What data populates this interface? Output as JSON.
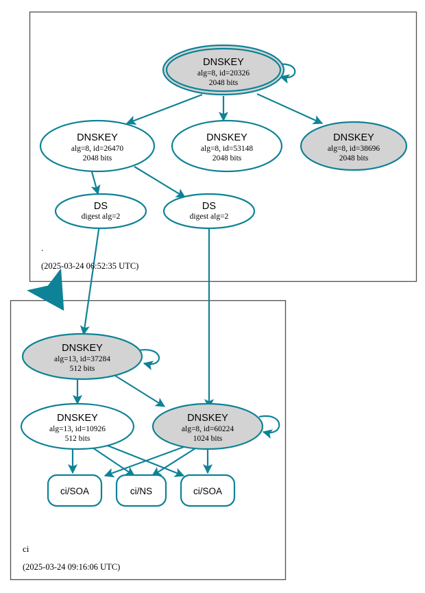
{
  "diagram": {
    "type": "dnssec-authentication-chain",
    "accent_color": "#0e8296",
    "node_fill_secure": "#d3d3d3",
    "node_fill_plain": "#ffffff",
    "zone_border_color": "#4d4d4d"
  },
  "zones": [
    {
      "id": "root",
      "name": ".",
      "timestamp": "(2025-03-24 06:52:35 UTC)",
      "nodes": [
        {
          "id": "ksk-20326",
          "kind": "DNSKEY",
          "title": "DNSKEY",
          "line2": "alg=8, id=20326",
          "line3": "2048 bits",
          "fill": "#d3d3d3",
          "double_border": true,
          "self_loop": true
        },
        {
          "id": "zsk-26470",
          "kind": "DNSKEY",
          "title": "DNSKEY",
          "line2": "alg=8, id=26470",
          "line3": "2048 bits",
          "fill": "#ffffff",
          "double_border": false,
          "self_loop": false
        },
        {
          "id": "zsk-53148",
          "kind": "DNSKEY",
          "title": "DNSKEY",
          "line2": "alg=8, id=53148",
          "line3": "2048 bits",
          "fill": "#ffffff",
          "double_border": false,
          "self_loop": false
        },
        {
          "id": "zsk-38696",
          "kind": "DNSKEY",
          "title": "DNSKEY",
          "line2": "alg=8, id=38696",
          "line3": "2048 bits",
          "fill": "#d3d3d3",
          "double_border": false,
          "self_loop": false
        },
        {
          "id": "ds-left",
          "kind": "DS",
          "title": "DS",
          "line2": "digest alg=2",
          "fill": "#ffffff"
        },
        {
          "id": "ds-right",
          "kind": "DS",
          "title": "DS",
          "line2": "digest alg=2",
          "fill": "#ffffff"
        }
      ]
    },
    {
      "id": "ci",
      "name": "ci",
      "timestamp": "(2025-03-24 09:16:06 UTC)",
      "nodes": [
        {
          "id": "ksk-37284",
          "kind": "DNSKEY",
          "title": "DNSKEY",
          "line2": "alg=13, id=37284",
          "line3": "512 bits",
          "fill": "#d3d3d3",
          "double_border": false,
          "self_loop": true
        },
        {
          "id": "zsk-10926",
          "kind": "DNSKEY",
          "title": "DNSKEY",
          "line2": "alg=13, id=10926",
          "line3": "512 bits",
          "fill": "#ffffff",
          "double_border": false,
          "self_loop": false
        },
        {
          "id": "ksk-60224",
          "kind": "DNSKEY",
          "title": "DNSKEY",
          "line2": "alg=8, id=60224",
          "line3": "1024 bits",
          "fill": "#d3d3d3",
          "double_border": false,
          "self_loop": true
        },
        {
          "id": "rrset-soa-1",
          "kind": "RRSET",
          "title": "ci/SOA",
          "fill": "#ffffff"
        },
        {
          "id": "rrset-ns",
          "kind": "RRSET",
          "title": "ci/NS",
          "fill": "#ffffff"
        },
        {
          "id": "rrset-soa-2",
          "kind": "RRSET",
          "title": "ci/SOA",
          "fill": "#ffffff"
        }
      ]
    }
  ]
}
